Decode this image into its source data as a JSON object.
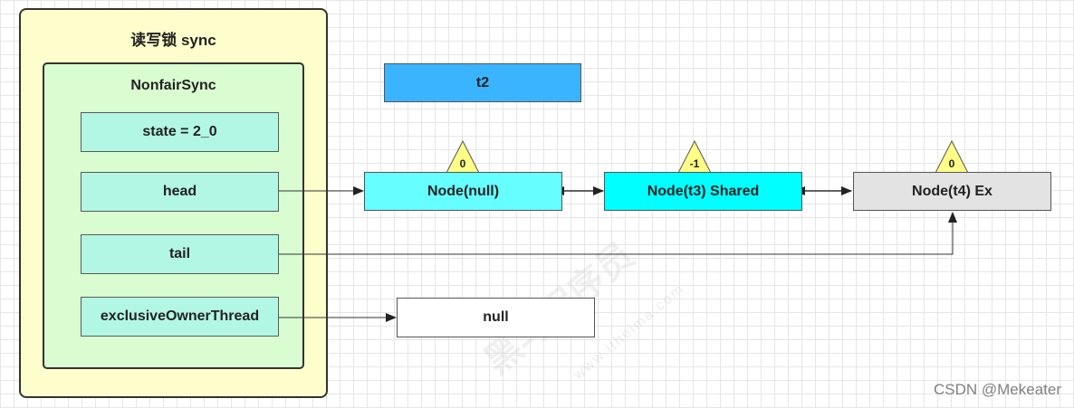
{
  "sync": {
    "title": "读写锁 sync",
    "inner_title": "NonfairSync",
    "fields": {
      "state": "state = 2_0",
      "head": "head",
      "tail": "tail",
      "owner": "exclusiveOwnerThread"
    }
  },
  "thread_box": "t2",
  "nodes": [
    {
      "label": "Node(null)",
      "wait_status": "0"
    },
    {
      "label": "Node(t3) Shared",
      "wait_status": "-1"
    },
    {
      "label": "Node(t4) Ex",
      "wait_status": "0"
    }
  ],
  "owner_value": "null",
  "colors": {
    "outer_fill": "#fefecc",
    "inner_fill": "#d9fdd1",
    "field_fill": "#b2f7e4",
    "thread_fill": "#3bb4ff",
    "node_null_fill": "#66ffff",
    "node_t3_fill": "#00ffff",
    "node_t4_fill": "#e3e3e3",
    "triangle_fill": "#ffff88"
  },
  "watermark": "CSDN @Mekeater",
  "background_watermark": "黑马程序员",
  "background_watermark_url": "www.itheima.com"
}
